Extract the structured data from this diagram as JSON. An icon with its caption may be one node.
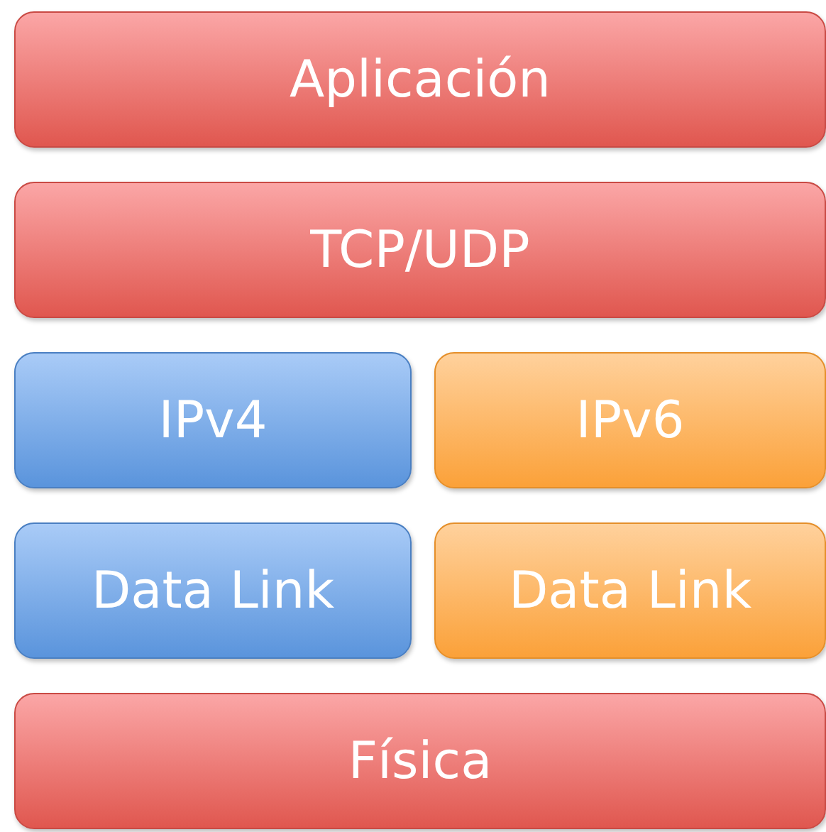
{
  "diagram": {
    "nodes": [
      {
        "text": [
          "Aplicación"
        ]
      },
      {
        "text": [
          "TCP/UDP"
        ]
      },
      {
        "text": [
          "IPv4"
        ]
      },
      {
        "text": [
          "IPv6"
        ]
      },
      {
        "text": [
          "Data Link"
        ]
      },
      {
        "text": [
          "Data Link"
        ]
      },
      {
        "text": [
          "Física"
        ]
      }
    ]
  }
}
